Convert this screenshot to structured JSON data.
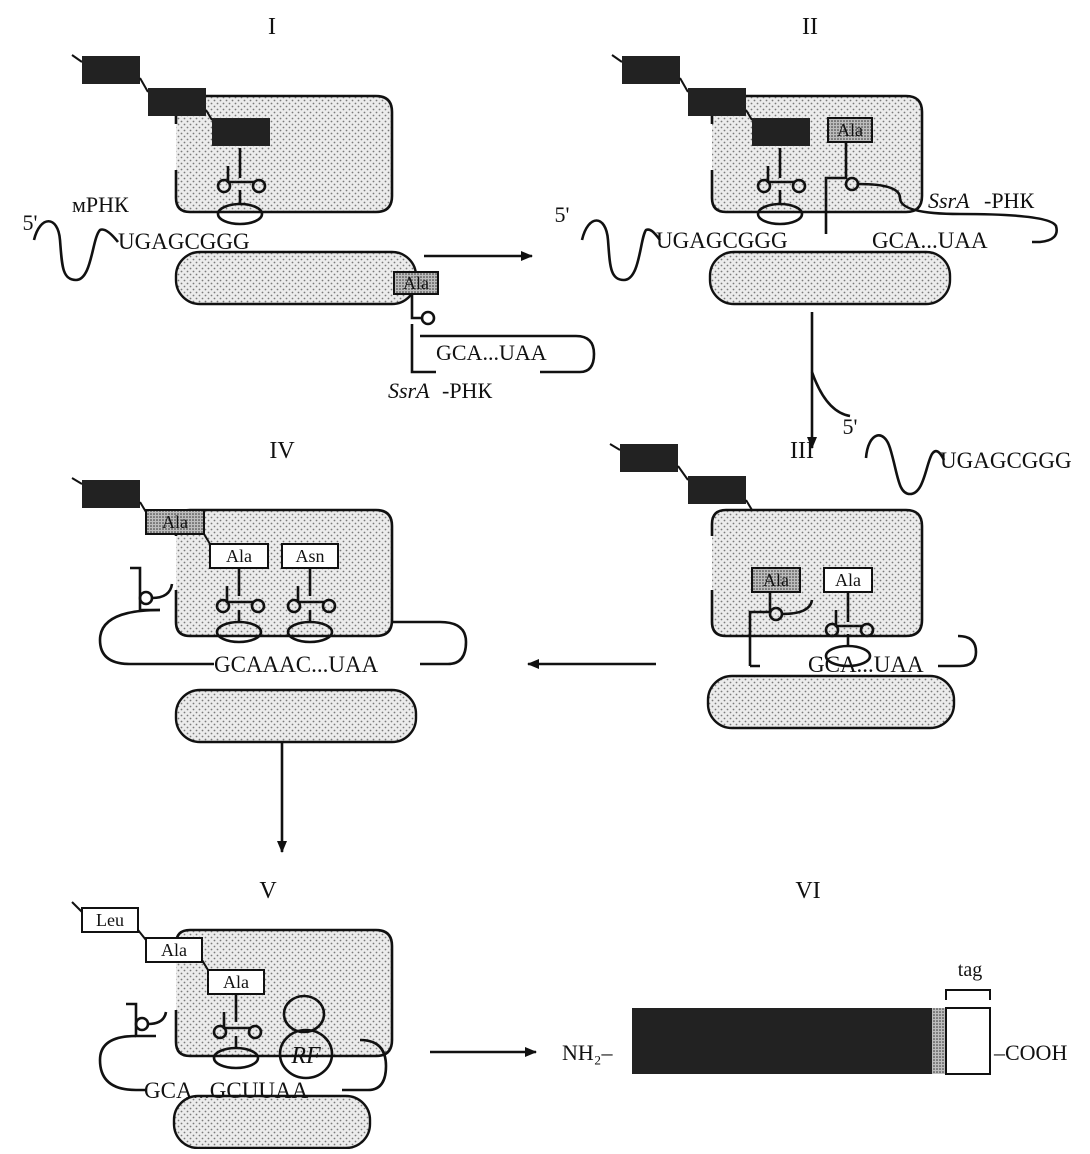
{
  "panels": {
    "I": "I",
    "II": "II",
    "III": "III",
    "IV": "IV",
    "V": "V",
    "VI": "VI"
  },
  "labels": {
    "mrna": "мРНК",
    "five_prime": "5'",
    "stalled_seq": "UGAGCGGG",
    "ssra_italic": "SsrA",
    "rna_suffix": "-РНК",
    "tmrna_seq": "GCA...UAA",
    "tmrna_seq_extended": "GCAAAC...UAA",
    "tmrna_seq_final": "GCA...GCUUAA",
    "rf": "RF",
    "nh2": "NH₂–",
    "cooh": "–COOH",
    "tag": "tag"
  },
  "aminoacids": {
    "ala": "Ala",
    "asn": "Asn",
    "leu": "Leu"
  },
  "colors": {
    "ink": "#111111",
    "ribosome_fill": "#e9e9e9",
    "peptide_dark": "#222222",
    "tag_pattern": "#9a9a9a",
    "background": "#ffffff"
  }
}
